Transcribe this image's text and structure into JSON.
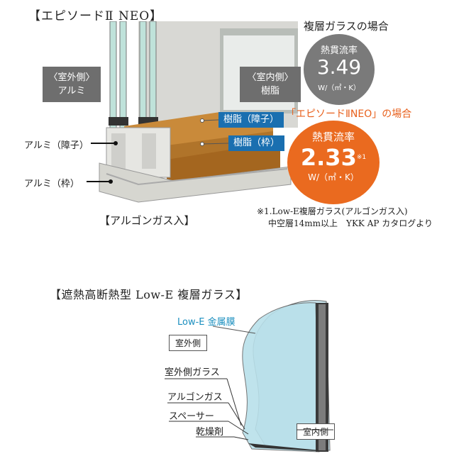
{
  "top": {
    "title": "【エピソードⅡ NEO】",
    "outside_label_1": "〈室外側〉",
    "outside_label_2": "アルミ",
    "inside_label_1": "〈室内側〉",
    "inside_label_2": "樹脂",
    "resin_sash": "樹脂（障子）",
    "resin_frame": "樹脂（枠）",
    "alu_sash": "アルミ（障子）",
    "alu_frame": "アルミ（枠）",
    "argon": "【アルゴンガス入】"
  },
  "comparison": {
    "double_glass_title": "複層ガラスの場合",
    "double_glass_heading": "熱貫流率",
    "double_glass_value": "3.49",
    "double_glass_unit": "W/（㎡・K）",
    "neo_title": "「エピソードⅡNEO」の場合",
    "neo_heading": "熱貫流率",
    "neo_value": "2.33",
    "neo_mark": "※1",
    "neo_unit": "W/（㎡・K）",
    "note_line1": "※1.Low-E複層ガラス(アルゴンガス入)",
    "note_line2": "中空層14mm以上　YKK AP カタログより",
    "colors": {
      "grey_circle": "#7a7a7a",
      "orange_circle": "#ea6a1f",
      "orange_text": "#e8601c",
      "blue_label": "#1a6fb0"
    }
  },
  "glass": {
    "title": "【遮熱高断熱型 Low-E 複層ガラス】",
    "lowe_film": "Low-E 金属膜",
    "outside": "室外側",
    "outside_glass": "室外側ガラス",
    "argon_gas": "アルゴンガス",
    "spacer": "スペーサー",
    "desiccant": "乾燥剤",
    "inside": "室内側"
  }
}
